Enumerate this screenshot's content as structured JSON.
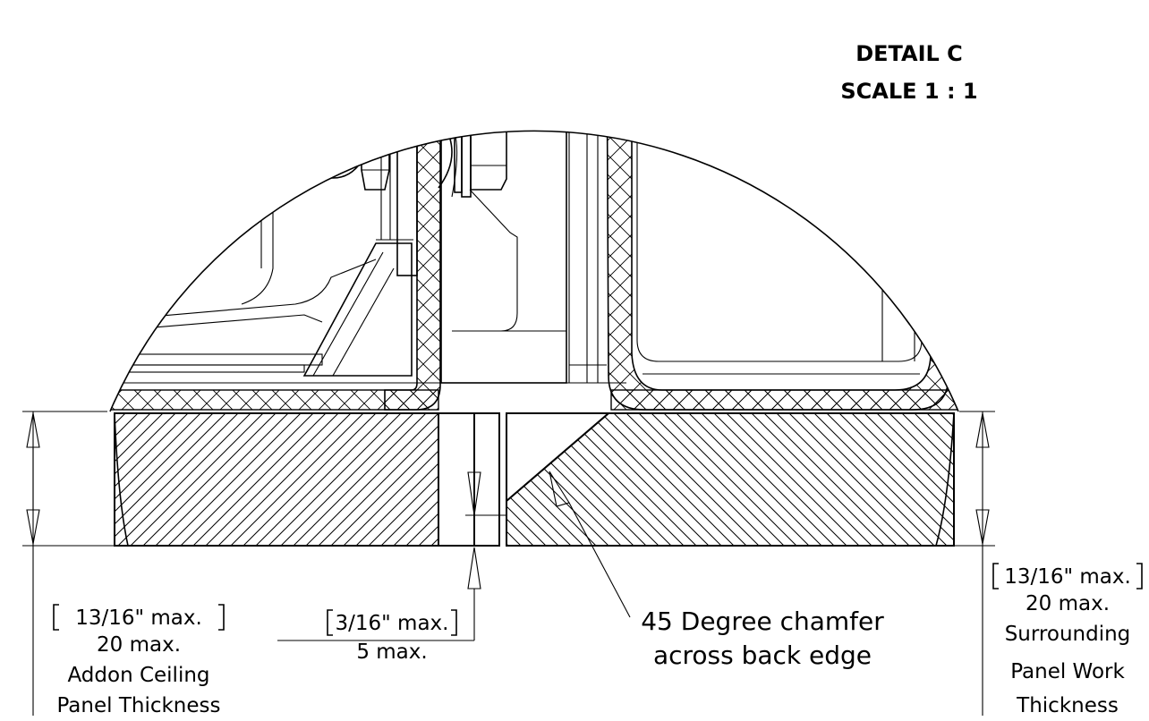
{
  "detail": {
    "title": "DETAIL C",
    "scale": "SCALE 1 : 1"
  },
  "dimensions": {
    "addon": {
      "imperial": "13/16\" max.",
      "metric": "20 max.",
      "desc_line1": "Addon Ceiling",
      "desc_line2": "Panel Thickness"
    },
    "gap": {
      "imperial": "3/16\" max.",
      "metric": "5 max."
    },
    "surrounding": {
      "imperial": "13/16\" max.",
      "metric": "20 max.",
      "desc_line1": "Surrounding",
      "desc_line2": "Panel Work",
      "desc_line3": "Thickness"
    }
  },
  "callout": {
    "line1": "45 Degree chamfer",
    "line2": "across back edge"
  },
  "colors": {
    "line": "#000000",
    "background": "#ffffff"
  }
}
